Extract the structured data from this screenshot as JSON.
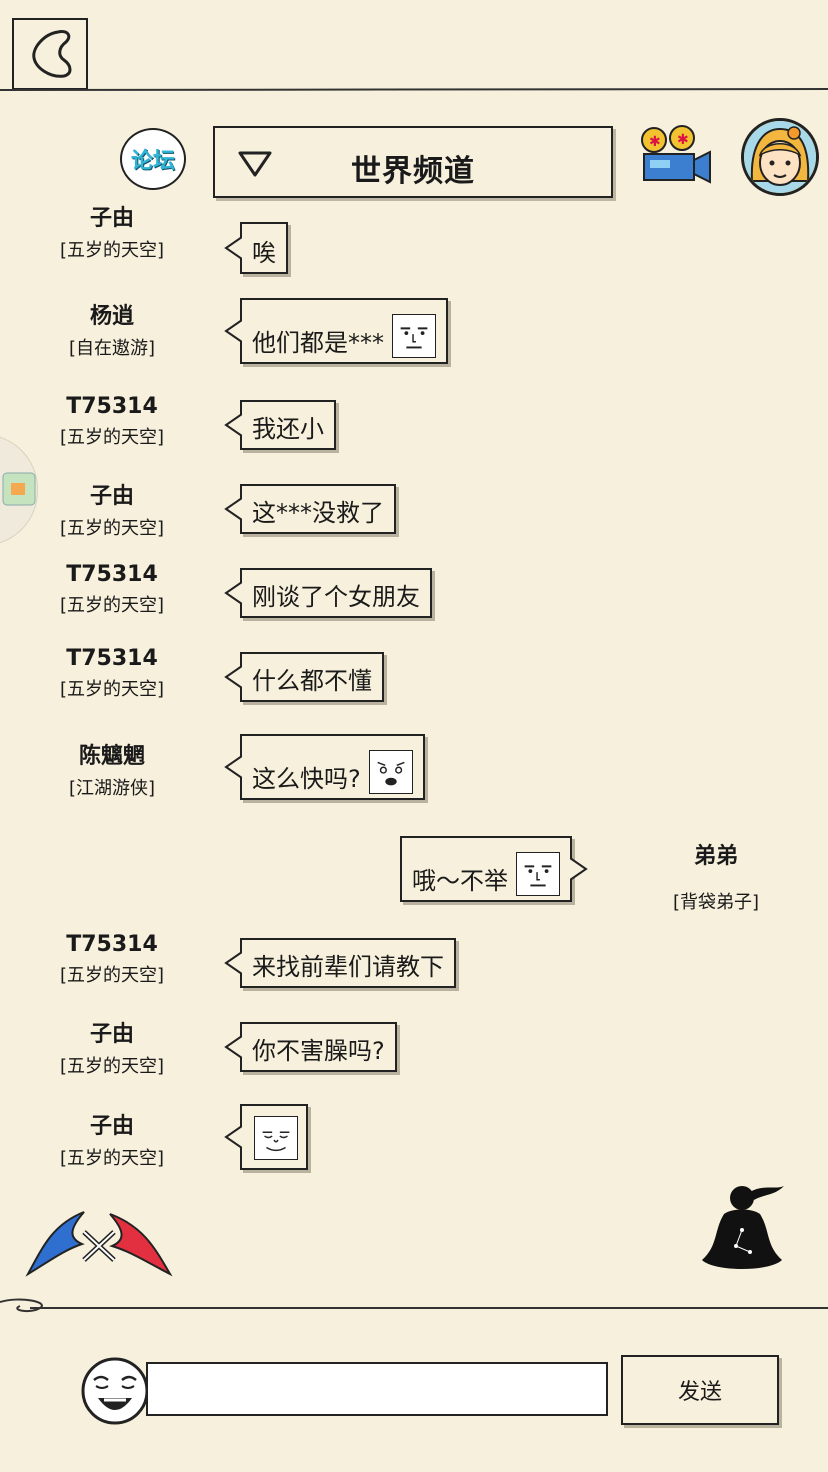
{
  "header": {
    "forum_label": "论坛",
    "channel_title": "世界频道"
  },
  "messages": [
    {
      "name": "子由",
      "title": "[五岁的天空]",
      "text": "唉",
      "sticker": "",
      "side": "left"
    },
    {
      "name": "杨逍",
      "title": "[自在遨游]",
      "text": "他们都是***",
      "sticker": "smug-face",
      "side": "left"
    },
    {
      "name": "T75314",
      "title": "[五岁的天空]",
      "text": "我还小",
      "sticker": "",
      "side": "left"
    },
    {
      "name": "子由",
      "title": "[五岁的天空]",
      "text": "这***没救了",
      "sticker": "",
      "side": "left"
    },
    {
      "name": "T75314",
      "title": "[五岁的天空]",
      "text": "刚谈了个女朋友",
      "sticker": "",
      "side": "left"
    },
    {
      "name": "T75314",
      "title": "[五岁的天空]",
      "text": "什么都不懂",
      "sticker": "",
      "side": "left"
    },
    {
      "name": "陈魑魍",
      "title": "[江湖游侠]",
      "text": "这么快吗?",
      "sticker": "surprised-face",
      "side": "left"
    },
    {
      "name": "弟弟",
      "title": "[背袋弟子]",
      "text": "哦～不举",
      "sticker": "smug-face",
      "side": "right"
    },
    {
      "name": "T75314",
      "title": "[五岁的天空]",
      "text": "来找前辈们请教下",
      "sticker": "",
      "side": "left"
    },
    {
      "name": "子由",
      "title": "[五岁的天空]",
      "text": "你不害臊吗?",
      "sticker": "",
      "side": "left"
    },
    {
      "name": "子由",
      "title": "[五岁的天空]",
      "text": "",
      "sticker": "sleepy-face",
      "side": "left"
    }
  ],
  "footer": {
    "input_value": "",
    "input_placeholder": "",
    "send_label": "发送"
  }
}
